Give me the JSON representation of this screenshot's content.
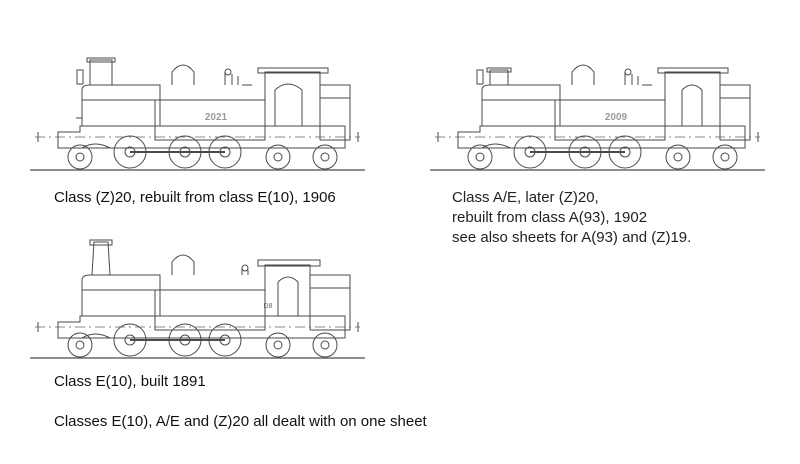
{
  "drawings": [
    {
      "id": "z20",
      "number_plate": "2021",
      "caption_lines": [
        "Class (Z)20, rebuilt from class E(10), 1906"
      ]
    },
    {
      "id": "ae",
      "number_plate": "2009",
      "caption_lines": [
        "Class A/E, later (Z)20,",
        "rebuilt from class A(93), 1902",
        "see also sheets for A(93) and (Z)19."
      ]
    },
    {
      "id": "e10",
      "number_plate": "D8",
      "caption_lines": [
        "Class E(10), built 1891"
      ]
    }
  ],
  "footer_note": "Classes E(10), A/E and (Z)20 all dealt with on one sheet",
  "colors": {
    "line": "#4a4a4a",
    "text": "#111111",
    "plate": "#9a9a9a"
  }
}
